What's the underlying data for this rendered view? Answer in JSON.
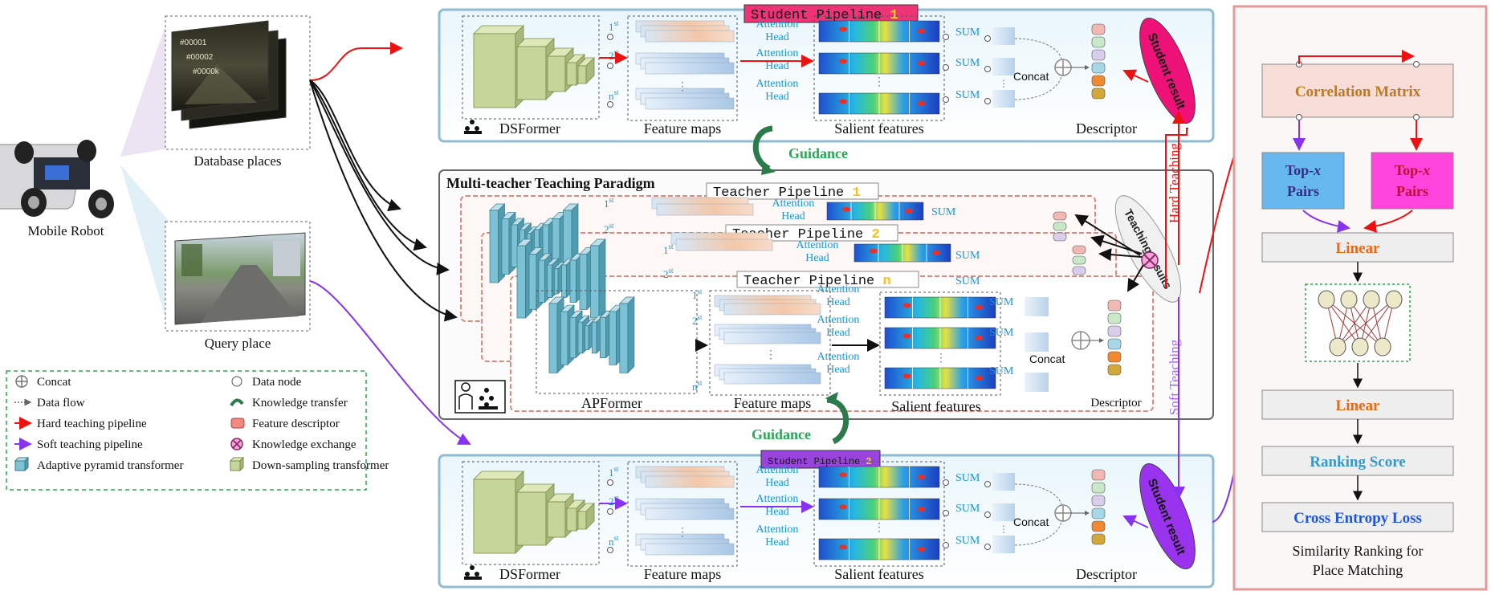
{
  "robot": {
    "label": "Mobile Robot"
  },
  "database": {
    "label": "Database places",
    "frame_ids": [
      "#00001",
      "#00002",
      "#0000k"
    ]
  },
  "query": {
    "label": "Query place"
  },
  "student1": {
    "title": "Student Pipeline",
    "index": "1",
    "backbone_label": "DSFormer",
    "feature_label": "Feature maps",
    "salient_label": "Salient features",
    "descriptor_label": "Descriptor",
    "result_label": "Student result"
  },
  "student2": {
    "title": "Student Pipeline",
    "index": "2",
    "backbone_label": "DSFormer",
    "feature_label": "Feature maps",
    "salient_label": "Salient features",
    "descriptor_label": "Descriptor",
    "result_label": "Student result"
  },
  "teachers": {
    "paradigm_title": "Multi-teacher Teaching Paradigm",
    "pipelines": [
      {
        "title": "Teacher Pipeline",
        "index": "1"
      },
      {
        "title": "Teacher Pipeline",
        "index": "2"
      },
      {
        "title": "Teacher Pipeline",
        "index": "n"
      }
    ],
    "backbone_label": "APFormer",
    "feature_label": "Feature maps",
    "salient_label": "Salient features",
    "descriptor_label": "Descriptor",
    "results_label": "Teaching results"
  },
  "common": {
    "attention_head": [
      "Attention",
      "Head"
    ],
    "sum": "SUM",
    "concat": "Concat",
    "ordinals": {
      "first": "1",
      "second": "2",
      "nth": "n",
      "first_sup": "st",
      "second_sup": "st",
      "nth_sup": "st"
    }
  },
  "guidance": {
    "top": "Guidance",
    "bottom": "Guidance"
  },
  "teaching": {
    "hard": "Hard Teaching",
    "soft": "Soft Teaching"
  },
  "ranking": {
    "correlation": "Correlation Matrix",
    "topx_left": [
      "Top-",
      "x",
      "Pairs"
    ],
    "topx_right": [
      "Top-",
      "x",
      "Pairs"
    ],
    "linear1": "Linear",
    "linear2": "Linear",
    "ranking_score": "Ranking Score",
    "loss": "Cross Entropy Loss",
    "caption": [
      "Similarity Ranking for",
      "Place Matching"
    ]
  },
  "legend": {
    "items": [
      {
        "icon": "concat-icon",
        "label": "Concat"
      },
      {
        "icon": "data-node-icon",
        "label": "Data node"
      },
      {
        "icon": "data-flow-icon",
        "label": "Data flow"
      },
      {
        "icon": "knowledge-transfer-icon",
        "label": "Knowledge transfer"
      },
      {
        "icon": "hard-teaching-arrow-icon",
        "label": "Hard teaching pipeline"
      },
      {
        "icon": "feature-descriptor-icon",
        "label": "Feature descriptor"
      },
      {
        "icon": "soft-teaching-arrow-icon",
        "label": "Soft teaching pipeline"
      },
      {
        "icon": "knowledge-exchange-icon",
        "label": "Knowledge exchange"
      },
      {
        "icon": "adaptive-pyramid-cube-icon",
        "label": "Adaptive pyramid transformer"
      },
      {
        "icon": "downsampling-cube-icon",
        "label": "Down-sampling transformer"
      }
    ]
  },
  "colors": {
    "hard": "#ee1111",
    "soft": "#8833ee",
    "guidance": "#22aa55",
    "attention": "#1199dd",
    "student_title_bg": "#ee3377",
    "student2_title_bg": "#9944dd",
    "correlation_bg": "#f6ddd8",
    "correlation_text": "#c07a20",
    "topx_left_bg": "#66b8ee",
    "topx_right_bg": "#ff44dd",
    "linear_text": "#ee6611",
    "score_text": "#3399cc",
    "loss_text": "#2255dd"
  }
}
